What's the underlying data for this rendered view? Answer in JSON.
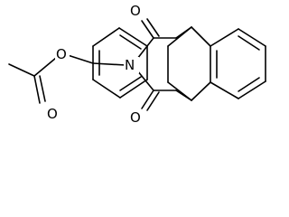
{
  "structure": {
    "atoms": {
      "oxygen_ester": "O",
      "oxygen_carbonyl_acetyl": "O",
      "nitrogen": "N",
      "oxygen_carbonyl_top": "O",
      "oxygen_carbonyl_bottom": "O"
    },
    "colors": {
      "stroke": "#000000",
      "background": "#ffffff"
    }
  }
}
